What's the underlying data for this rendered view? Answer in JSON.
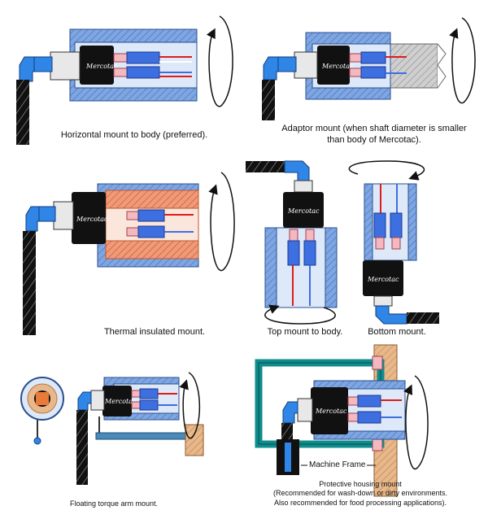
{
  "brand": "Mercotac",
  "colors": {
    "body_blue": "#7fa6e0",
    "hatch_blue": "#3e6fc2",
    "connector_blue": "#2f86e6",
    "insulation": "#f09a78",
    "insulation_edge": "#c0552f",
    "frame_teal": "#0f8c8c",
    "wood": "#e8b88a",
    "cable_black": "#111111",
    "wire_red": "#e01b1b",
    "wire_blue": "#3d6fe0",
    "wire_white": "#ffffff",
    "pink_sleeve": "#f4b8c0"
  },
  "icons": [
    "rotation-arrow-icon",
    "cable-icon",
    "connector-icon",
    "bolt-icon"
  ],
  "panels": [
    {
      "id": "horizontal",
      "caption": "Horizontal mount to body (preferred)."
    },
    {
      "id": "adaptor",
      "caption": "Adaptor mount (when shaft diameter is smaller than body of Mercotac)."
    },
    {
      "id": "thermal",
      "caption": "Thermal insulated mount."
    },
    {
      "id": "top",
      "caption": "Top mount to body."
    },
    {
      "id": "bottom",
      "caption": "Bottom mount."
    },
    {
      "id": "floating",
      "caption": "Floating torque arm mount."
    },
    {
      "id": "protective",
      "caption": "Protective housing mount\n(Recommended for wash-down or dirty environments.\nAlso recommended for food processing applications)."
    }
  ],
  "labels": {
    "machine_frame": "Machine Frame"
  }
}
